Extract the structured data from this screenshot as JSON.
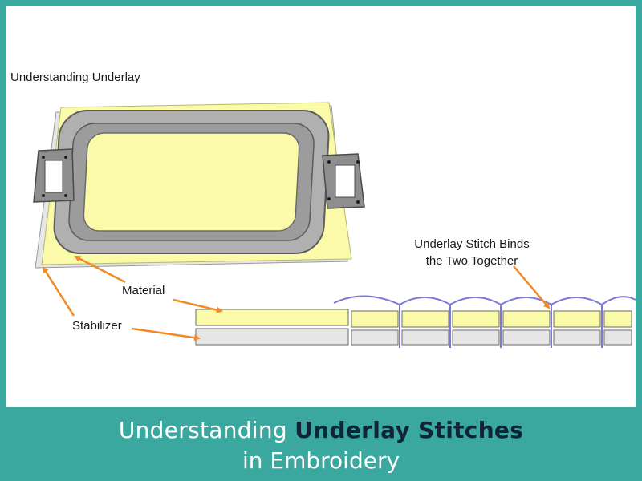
{
  "diagram": {
    "top_title": "Understanding Underlay",
    "labels": {
      "material": "Material",
      "stabilizer": "Stabilizer",
      "underlay_line1": "Underlay Stitch Binds",
      "underlay_line2": "the Two Together"
    },
    "colors": {
      "material_fill": "#fafaa8",
      "stabilizer_fill": "#e6e6e6",
      "hoop": "#8a8a8a",
      "arrow": "#f08a24",
      "stitch": "#7b78d6"
    }
  },
  "banner": {
    "part1": "Understanding ",
    "part2": "Underlay Stitches",
    "line2": "in Embroidery"
  }
}
